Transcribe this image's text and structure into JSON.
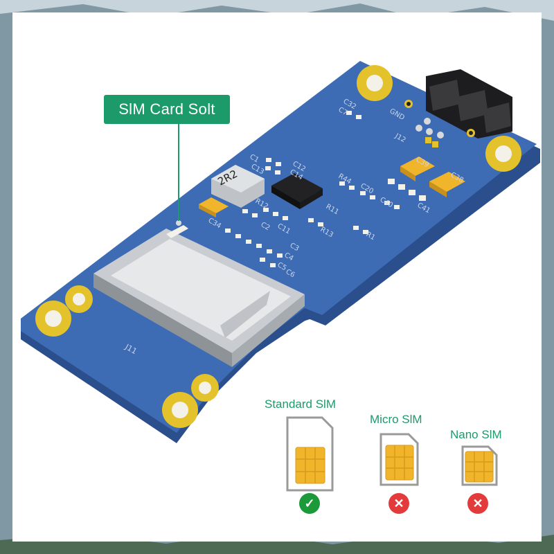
{
  "callout": {
    "label": "SlM Card Solt"
  },
  "sim_types": [
    {
      "label": "Standard SlM",
      "status": "supported",
      "status_icon": "check-icon"
    },
    {
      "label": "Micro SlM",
      "status": "not-supported",
      "status_icon": "cross-icon"
    },
    {
      "label": "Nano SlM",
      "status": "not-supported",
      "status_icon": "cross-icon"
    }
  ],
  "pcb_labels": {
    "inductor": "2R2",
    "j11": "J11",
    "j12": "J12",
    "gnd": "GND",
    "parts": [
      "C7",
      "C32",
      "C12",
      "C14",
      "C1",
      "C13",
      "R44",
      "C20",
      "C39",
      "C38",
      "C40",
      "C41",
      "C34",
      "R12",
      "R13",
      "R11",
      "R1",
      "C3",
      "C4",
      "C5",
      "C6",
      "C2",
      "C11"
    ]
  },
  "colors": {
    "pcb": "#3d6cb5",
    "pad": "#e3c22c",
    "accent": "#1c9a6a",
    "ok": "#1c9a3a",
    "no": "#e33b3b",
    "sim_chip": "#f0b52a"
  }
}
